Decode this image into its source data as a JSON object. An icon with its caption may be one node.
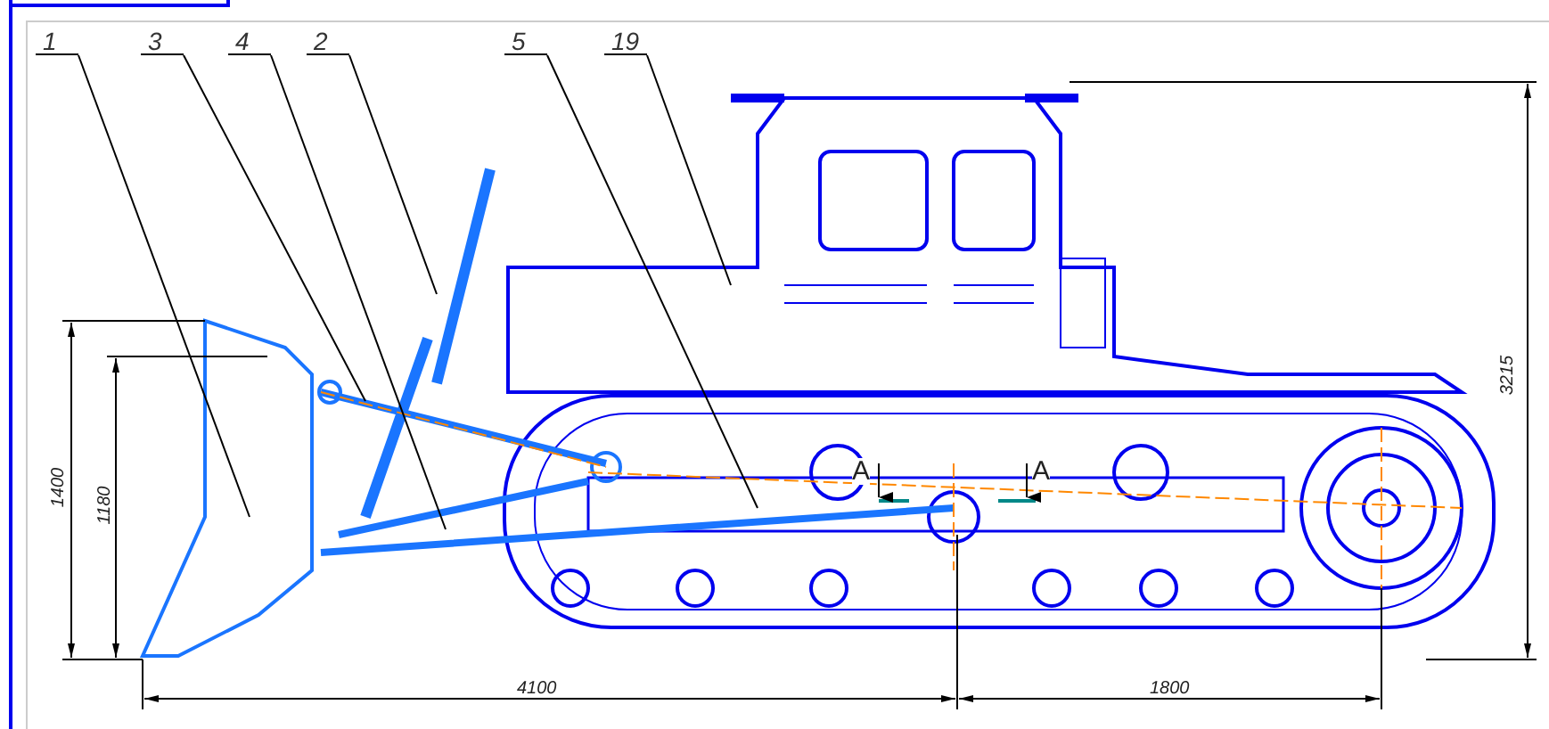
{
  "diagram": {
    "nodes": [
      {
        "text": [
          "1"
        ]
      },
      {
        "text": [
          "3"
        ]
      },
      {
        "text": [
          "4"
        ]
      },
      {
        "text": [
          "2"
        ]
      },
      {
        "text": [
          "5"
        ]
      },
      {
        "text": [
          "19"
        ]
      }
    ],
    "edges": [
      {
        "from": 0,
        "to": null,
        "arrow": "none"
      },
      {
        "from": 1,
        "to": null,
        "arrow": "none"
      },
      {
        "from": 2,
        "to": null,
        "arrow": "none"
      },
      {
        "from": 3,
        "to": null,
        "arrow": "none"
      },
      {
        "from": 4,
        "to": null,
        "arrow": "none"
      },
      {
        "from": 5,
        "to": null,
        "arrow": "none"
      }
    ],
    "labels": [
      "3215",
      "A",
      "A",
      "1400",
      "1180",
      "4100",
      "1800"
    ]
  }
}
